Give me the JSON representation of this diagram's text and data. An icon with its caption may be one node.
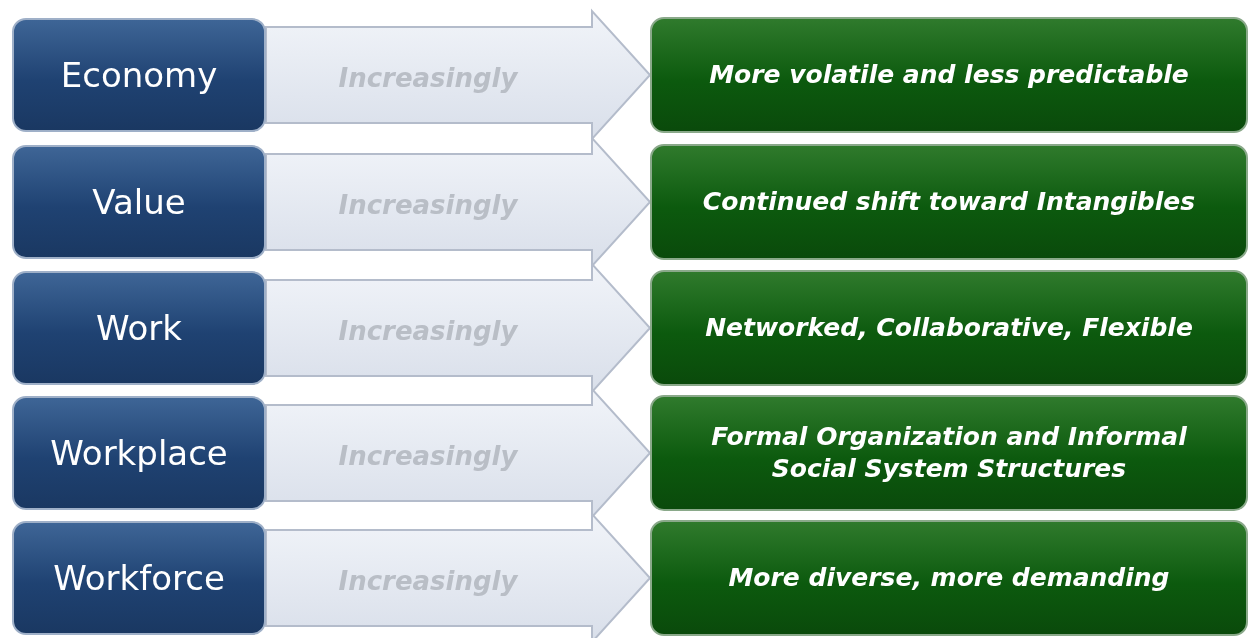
{
  "diagram": {
    "nodes": [
      {
        "text": [
          "Economy"
        ]
      },
      {
        "text": [
          "More volatile and less predictable"
        ]
      },
      {
        "text": [
          "Value"
        ]
      },
      {
        "text": [
          "Continued shift toward Intangibles"
        ]
      },
      {
        "text": [
          "Work"
        ]
      },
      {
        "text": [
          "Networked, Collaborative, Flexible"
        ]
      },
      {
        "text": [
          "Workplace"
        ]
      },
      {
        "text": [
          "Formal Organization and Informal Social System Structures"
        ]
      },
      {
        "text": [
          "Workforce"
        ]
      },
      {
        "text": [
          "More diverse, more demanding"
        ]
      }
    ],
    "edges": [
      {
        "from": 0,
        "to": 1,
        "arrow": "to",
        "label": "Increasingly"
      },
      {
        "from": 2,
        "to": 3,
        "arrow": "to",
        "label": "Increasingly"
      },
      {
        "from": 4,
        "to": 5,
        "arrow": "to",
        "label": "Increasingly"
      },
      {
        "from": 6,
        "to": 7,
        "arrow": "to",
        "label": "Increasingly"
      },
      {
        "from": 8,
        "to": 9,
        "arrow": "to",
        "label": "Increasingly"
      }
    ]
  }
}
